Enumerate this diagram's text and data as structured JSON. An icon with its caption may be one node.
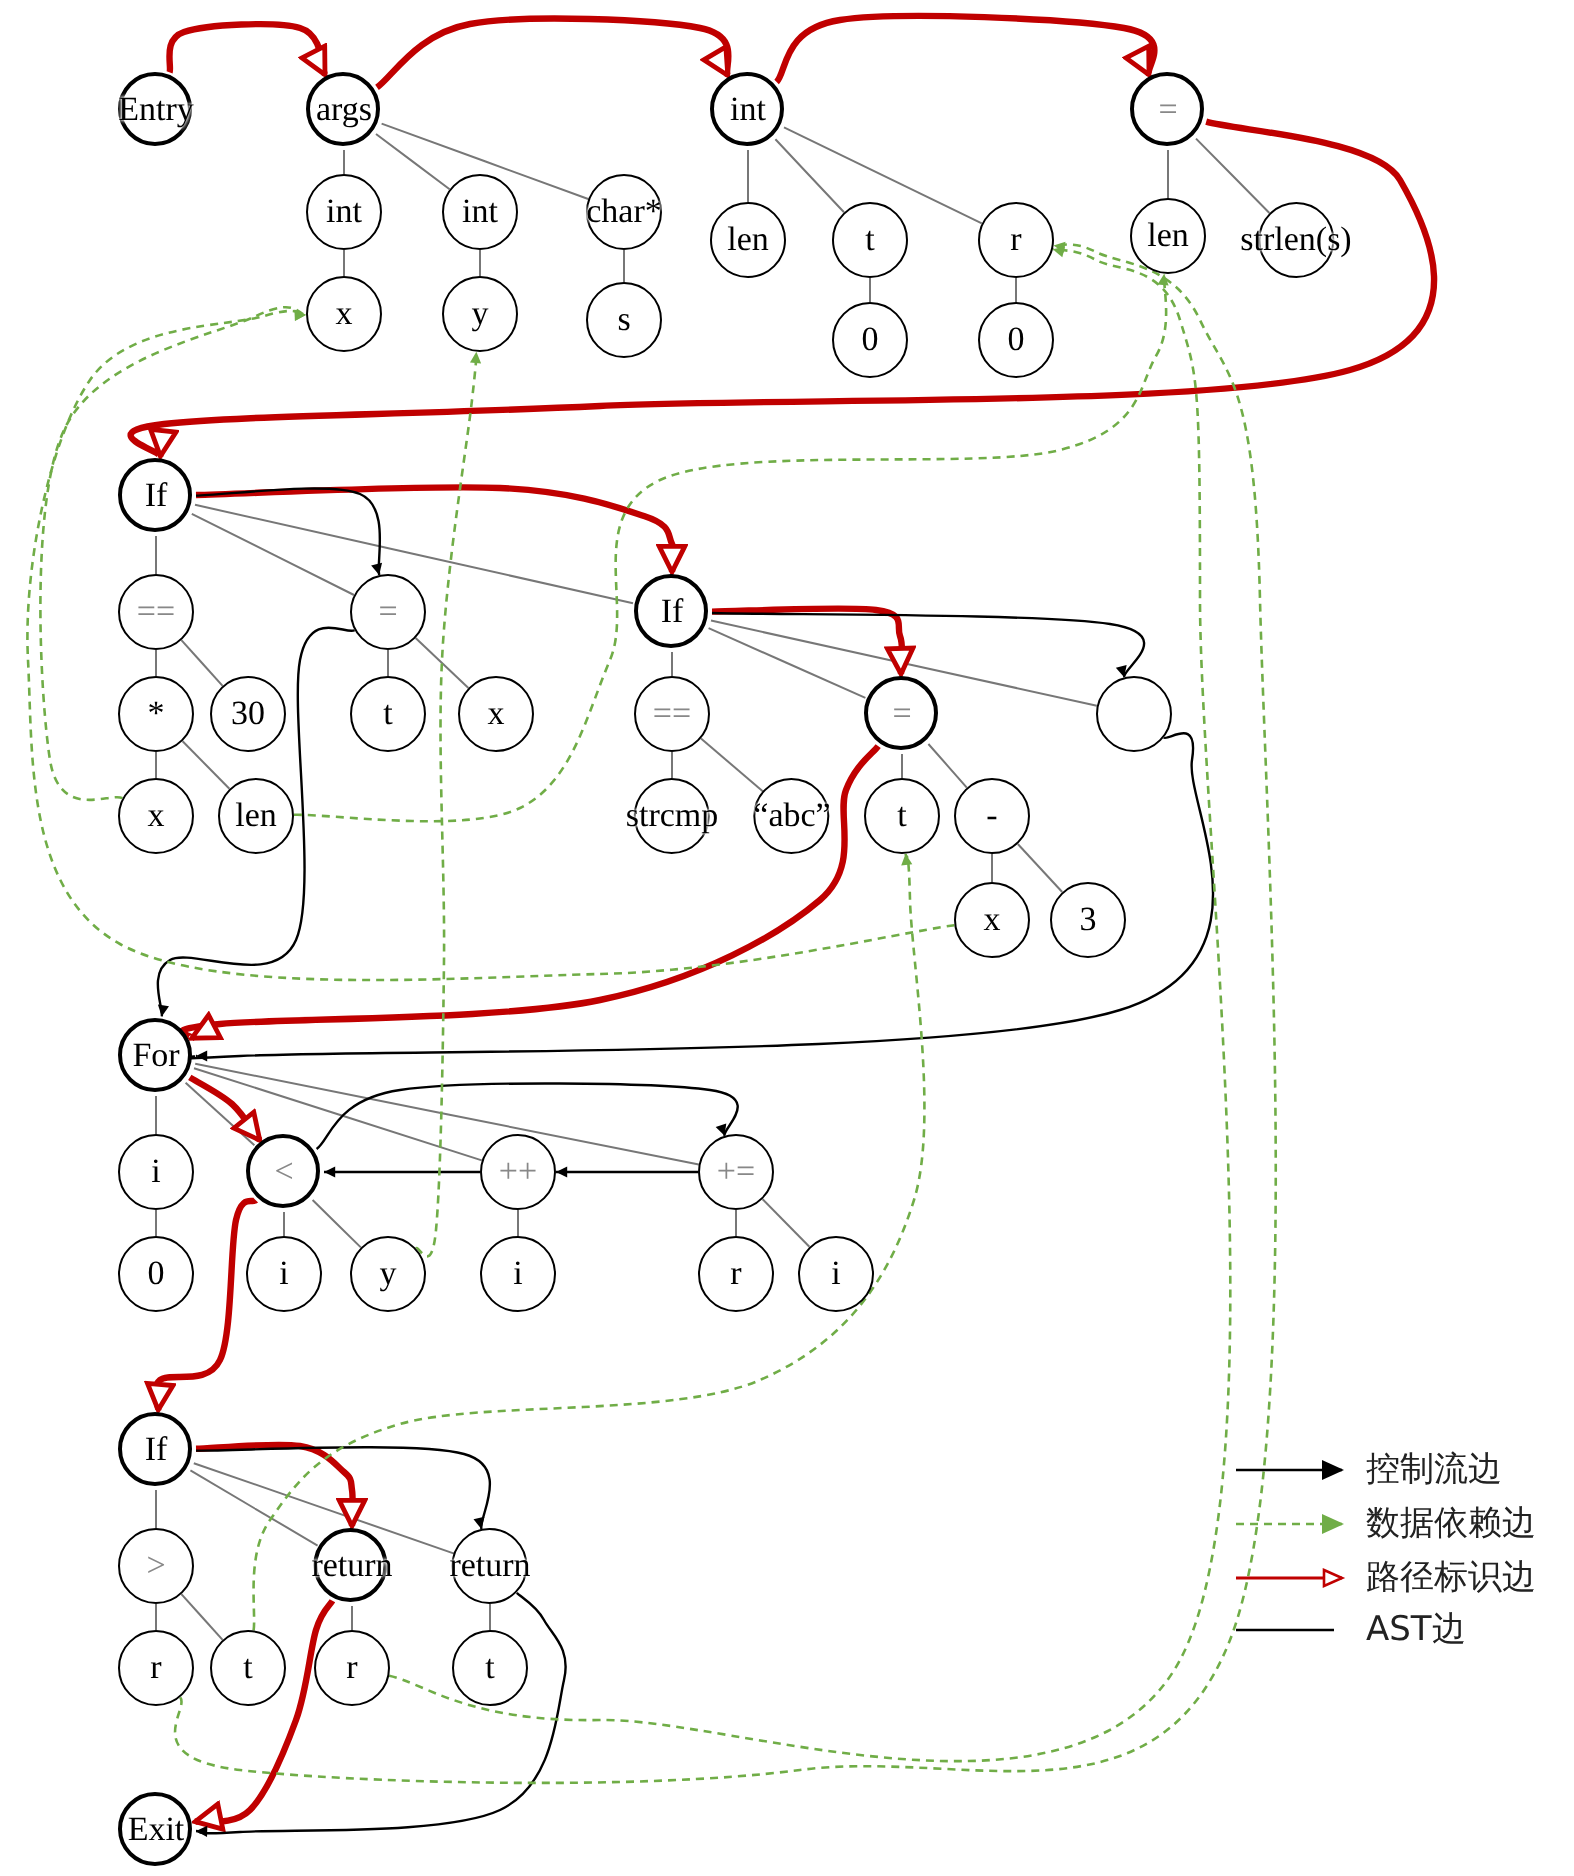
{
  "diagram": {
    "nodes": [
      {
        "text": [
          "Entry"
        ]
      },
      {
        "text": [
          "args"
        ]
      },
      {
        "text": [
          "int"
        ]
      },
      {
        "text": [
          "x"
        ]
      },
      {
        "text": [
          "int"
        ]
      },
      {
        "text": [
          "y"
        ]
      },
      {
        "text": [
          "char*"
        ]
      },
      {
        "text": [
          "s"
        ]
      },
      {
        "text": [
          "int"
        ]
      },
      {
        "text": [
          "len"
        ]
      },
      {
        "text": [
          "t"
        ]
      },
      {
        "text": [
          "0"
        ]
      },
      {
        "text": [
          "r"
        ]
      },
      {
        "text": [
          "0"
        ]
      },
      {
        "text": [
          "="
        ]
      },
      {
        "text": [
          "len"
        ]
      },
      {
        "text": [
          "strlen(s)"
        ]
      },
      {
        "text": [
          "If"
        ]
      },
      {
        "text": [
          "=="
        ]
      },
      {
        "text": [
          "*"
        ]
      },
      {
        "text": [
          "30"
        ]
      },
      {
        "text": [
          "x"
        ]
      },
      {
        "text": [
          "len"
        ]
      },
      {
        "text": [
          "="
        ]
      },
      {
        "text": [
          "t"
        ]
      },
      {
        "text": [
          "x"
        ]
      },
      {
        "text": [
          "If"
        ]
      },
      {
        "text": [
          "=="
        ]
      },
      {
        "text": [
          "strcmp"
        ]
      },
      {
        "text": [
          "“abc”"
        ]
      },
      {
        "text": [
          "="
        ]
      },
      {
        "text": [
          "t"
        ]
      },
      {
        "text": [
          "-"
        ]
      },
      {
        "text": [
          "x"
        ]
      },
      {
        "text": [
          "3"
        ]
      },
      {
        "text": [],
        "shape": "circle"
      },
      {
        "text": [
          "For"
        ]
      },
      {
        "text": [
          "i"
        ]
      },
      {
        "text": [
          "0"
        ]
      },
      {
        "text": [
          "<"
        ]
      },
      {
        "text": [
          "i"
        ]
      },
      {
        "text": [
          "y"
        ]
      },
      {
        "text": [
          "++"
        ]
      },
      {
        "text": [
          "i"
        ]
      },
      {
        "text": [
          "+="
        ]
      },
      {
        "text": [
          "r"
        ]
      },
      {
        "text": [
          "i"
        ]
      },
      {
        "text": [
          "If"
        ]
      },
      {
        "text": [
          ">"
        ]
      },
      {
        "text": [
          "r"
        ]
      },
      {
        "text": [
          "t"
        ]
      },
      {
        "text": [
          "return"
        ]
      },
      {
        "text": [
          "r"
        ]
      },
      {
        "text": [
          "return"
        ]
      },
      {
        "text": [
          "t"
        ]
      },
      {
        "text": [
          "Exit"
        ]
      }
    ],
    "edges": [
      {
        "from": 1,
        "to": 2,
        "arrow": "none"
      },
      {
        "from": 2,
        "to": 3,
        "arrow": "none"
      },
      {
        "from": 1,
        "to": 4,
        "arrow": "none"
      },
      {
        "from": 4,
        "to": 5,
        "arrow": "none"
      },
      {
        "from": 1,
        "to": 6,
        "arrow": "none"
      },
      {
        "from": 6,
        "to": 7,
        "arrow": "none"
      },
      {
        "from": 8,
        "to": 9,
        "arrow": "none"
      },
      {
        "from": 8,
        "to": 10,
        "arrow": "none"
      },
      {
        "from": 10,
        "to": 11,
        "arrow": "none"
      },
      {
        "from": 8,
        "to": 12,
        "arrow": "none"
      },
      {
        "from": 12,
        "to": 13,
        "arrow": "none"
      },
      {
        "from": 14,
        "to": 15,
        "arrow": "none"
      },
      {
        "from": 14,
        "to": 16,
        "arrow": "none"
      },
      {
        "from": 17,
        "to": 18,
        "arrow": "none"
      },
      {
        "from": 18,
        "to": 19,
        "arrow": "none"
      },
      {
        "from": 18,
        "to": 20,
        "arrow": "none"
      },
      {
        "from": 19,
        "to": 21,
        "arrow": "none"
      },
      {
        "from": 19,
        "to": 22,
        "arrow": "none"
      },
      {
        "from": 17,
        "to": 23,
        "arrow": "none"
      },
      {
        "from": 23,
        "to": 24,
        "arrow": "none"
      },
      {
        "from": 23,
        "to": 25,
        "arrow": "none"
      },
      {
        "from": 17,
        "to": 26,
        "arrow": "none"
      },
      {
        "from": 26,
        "to": 27,
        "arrow": "none"
      },
      {
        "from": 27,
        "to": 28,
        "arrow": "none"
      },
      {
        "from": 27,
        "to": 29,
        "arrow": "none"
      },
      {
        "from": 26,
        "to": 30,
        "arrow": "none"
      },
      {
        "from": 30,
        "to": 31,
        "arrow": "none"
      },
      {
        "from": 30,
        "to": 32,
        "arrow": "none"
      },
      {
        "from": 32,
        "to": 33,
        "arrow": "none"
      },
      {
        "from": 32,
        "to": 34,
        "arrow": "none"
      },
      {
        "from": 26,
        "to": 35,
        "arrow": "none"
      },
      {
        "from": 36,
        "to": 37,
        "arrow": "none"
      },
      {
        "from": 37,
        "to": 38,
        "arrow": "none"
      },
      {
        "from": 36,
        "to": 39,
        "arrow": "none"
      },
      {
        "from": 39,
        "to": 40,
        "arrow": "none"
      },
      {
        "from": 39,
        "to": 41,
        "arrow": "none"
      },
      {
        "from": 36,
        "to": 42,
        "arrow": "none"
      },
      {
        "from": 42,
        "to": 43,
        "arrow": "none"
      },
      {
        "from": 36,
        "to": 44,
        "arrow": "none"
      },
      {
        "from": 44,
        "to": 45,
        "arrow": "none"
      },
      {
        "from": 44,
        "to": 46,
        "arrow": "none"
      },
      {
        "from": 47,
        "to": 48,
        "arrow": "none"
      },
      {
        "from": 48,
        "to": 49,
        "arrow": "none"
      },
      {
        "from": 48,
        "to": 50,
        "arrow": "none"
      },
      {
        "from": 47,
        "to": 51,
        "arrow": "none"
      },
      {
        "from": 51,
        "to": 52,
        "arrow": "none"
      },
      {
        "from": 47,
        "to": 53,
        "arrow": "none"
      },
      {
        "from": 53,
        "to": 54,
        "arrow": "none"
      },
      {
        "from": 0,
        "to": 1,
        "arrow": "to",
        "style": "thick",
        "color": "#c00000"
      },
      {
        "from": 1,
        "to": 8,
        "arrow": "to",
        "style": "thick",
        "color": "#c00000"
      },
      {
        "from": 8,
        "to": 14,
        "arrow": "to",
        "style": "thick",
        "color": "#c00000"
      },
      {
        "from": 14,
        "to": 17,
        "arrow": "to",
        "style": "thick",
        "color": "#c00000"
      },
      {
        "from": 17,
        "to": 26,
        "arrow": "to",
        "style": "thick",
        "color": "#c00000"
      },
      {
        "from": 26,
        "to": 30,
        "arrow": "to",
        "style": "thick",
        "color": "#c00000"
      },
      {
        "from": 30,
        "to": 36,
        "arrow": "to",
        "style": "thick",
        "color": "#c00000"
      },
      {
        "from": 36,
        "to": 39,
        "arrow": "to",
        "style": "thick",
        "color": "#c00000"
      },
      {
        "from": 39,
        "to": 47,
        "arrow": "to",
        "style": "thick",
        "color": "#c00000"
      },
      {
        "from": 47,
        "to": 51,
        "arrow": "to",
        "style": "thick",
        "color": "#c00000"
      },
      {
        "from": 51,
        "to": 55,
        "arrow": "to",
        "style": "thick",
        "color": "#c00000"
      },
      {
        "from": 17,
        "to": 23,
        "arrow": "to",
        "color": "#000000"
      },
      {
        "from": 23,
        "to": 36,
        "arrow": "to",
        "color": "#000000"
      },
      {
        "from": 26,
        "to": 35,
        "arrow": "to",
        "color": "#000000"
      },
      {
        "from": 35,
        "to": 36,
        "arrow": "to",
        "color": "#000000"
      },
      {
        "from": 39,
        "to": 44,
        "arrow": "to",
        "color": "#000000"
      },
      {
        "from": 44,
        "to": 42,
        "arrow": "to",
        "color": "#000000"
      },
      {
        "from": 42,
        "to": 39,
        "arrow": "to",
        "color": "#000000"
      },
      {
        "from": 47,
        "to": 53,
        "arrow": "to",
        "color": "#000000"
      },
      {
        "from": 53,
        "to": 55,
        "arrow": "to",
        "color": "#000000"
      },
      {
        "from": 21,
        "to": 3,
        "arrow": "to",
        "style": "dashed",
        "color": "#70ad47"
      },
      {
        "from": 33,
        "to": 3,
        "arrow": "to",
        "style": "dashed",
        "color": "#70ad47"
      },
      {
        "from": 41,
        "to": 5,
        "arrow": "to",
        "style": "dashed",
        "color": "#70ad47"
      },
      {
        "from": 22,
        "to": 15,
        "arrow": "to",
        "style": "dashed",
        "color": "#70ad47"
      },
      {
        "from": 50,
        "to": 31,
        "arrow": "to",
        "style": "dashed",
        "color": "#70ad47"
      },
      {
        "from": 52,
        "to": 12,
        "arrow": "to",
        "style": "dashed",
        "color": "#70ad47"
      },
      {
        "from": 49,
        "to": 12,
        "arrow": "to",
        "style": "dashed",
        "color": "#70ad47"
      }
    ],
    "legend": [
      {
        "text": "控制流边"
      },
      {
        "text": "数据依赖边"
      },
      {
        "text": "路径标识边"
      },
      {
        "text": "AST边"
      }
    ]
  }
}
